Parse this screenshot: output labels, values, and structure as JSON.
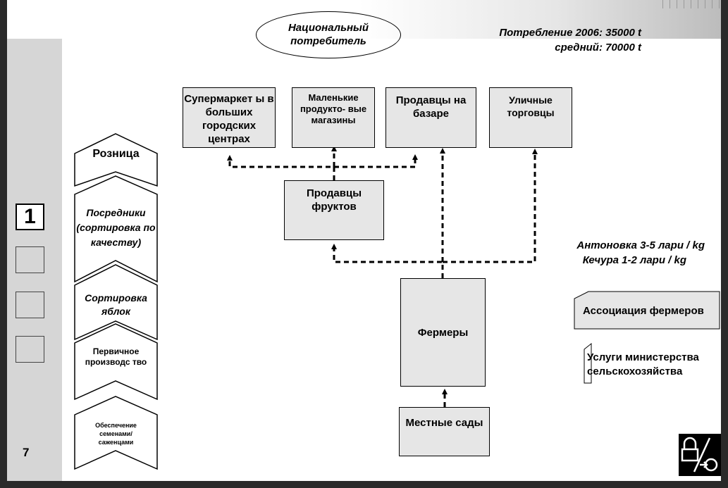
{
  "consumer": {
    "label": "Национальный потребитель"
  },
  "consumption": {
    "line1": "Потребление  2006: 35000 t",
    "line2": "средний: 70000 t"
  },
  "retail_boxes": [
    {
      "label": "Супермаркет ы в больших городских центрах"
    },
    {
      "label": "Маленькие продукто- вые магазины"
    },
    {
      "label": "Продавцы на базаре"
    },
    {
      "label": "Уличные торговцы"
    }
  ],
  "fruit_sellers": {
    "label": "Продавцы фруктов"
  },
  "farmers": {
    "label": "Фермеры"
  },
  "local_gardens": {
    "label": "Местные сады"
  },
  "prices": {
    "line1": "Антоновка 3-5 лари / kg",
    "line2": "Кечура   1-2 лари / kg"
  },
  "stages": [
    {
      "label": "Розница"
    },
    {
      "label": "Посредники (сортировка по качеству)"
    },
    {
      "label": "Сортировка яблок"
    },
    {
      "label": "Первичное производс тво"
    },
    {
      "label": "Обеспечение семенами/ саженцами"
    }
  ],
  "association": {
    "label": "Ассоциация фермеров"
  },
  "ministry": {
    "label": "Услуги министерства сельскохозяйства"
  },
  "pager": {
    "active": "1",
    "page_number": "7"
  },
  "icons": {
    "logo": "lock-to-key-logo-icon"
  },
  "colors": {
    "box_fill": "#e6e6e6",
    "sidebar": "#d6d6d6",
    "frame": "#2a2a2a"
  }
}
